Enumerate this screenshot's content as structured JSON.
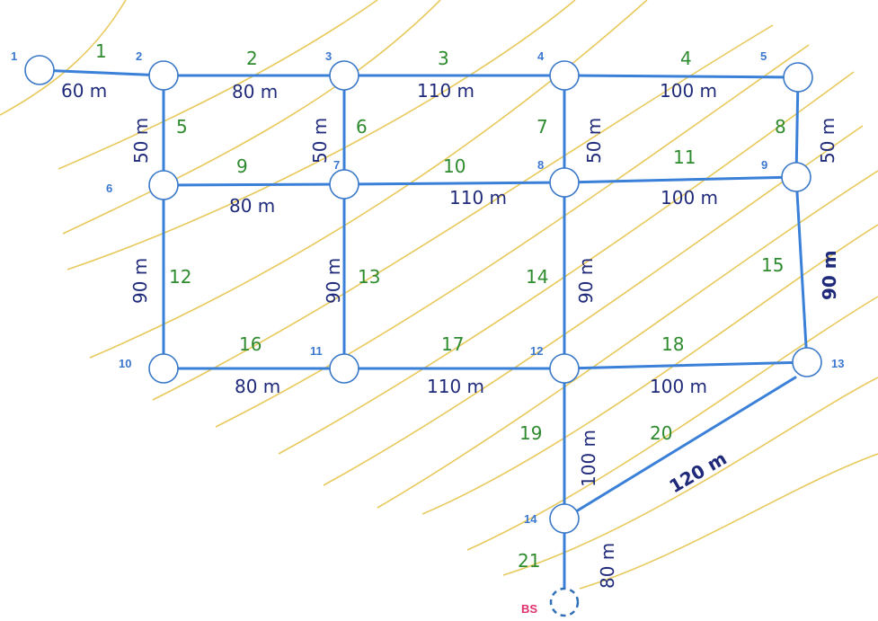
{
  "nodes": [
    {
      "id": "1",
      "label": "1"
    },
    {
      "id": "2",
      "label": "2"
    },
    {
      "id": "3",
      "label": "3"
    },
    {
      "id": "4",
      "label": "4"
    },
    {
      "id": "5",
      "label": "5"
    },
    {
      "id": "6",
      "label": "6"
    },
    {
      "id": "7",
      "label": "7"
    },
    {
      "id": "8",
      "label": "8"
    },
    {
      "id": "9",
      "label": "9"
    },
    {
      "id": "10",
      "label": "10"
    },
    {
      "id": "11",
      "label": "11"
    },
    {
      "id": "12",
      "label": "12"
    },
    {
      "id": "13",
      "label": "13"
    },
    {
      "id": "14",
      "label": "14"
    },
    {
      "id": "BS",
      "label": "BS"
    }
  ],
  "pipes": [
    {
      "id": "1",
      "from": "1",
      "to": "2",
      "length": "60 m"
    },
    {
      "id": "2",
      "from": "2",
      "to": "3",
      "length": "80 m"
    },
    {
      "id": "3",
      "from": "3",
      "to": "4",
      "length": "110 m"
    },
    {
      "id": "4",
      "from": "4",
      "to": "5",
      "length": "100 m"
    },
    {
      "id": "5",
      "from": "2",
      "to": "6",
      "length": "50 m"
    },
    {
      "id": "6",
      "from": "3",
      "to": "7",
      "length": "50 m"
    },
    {
      "id": "7",
      "from": "4",
      "to": "8",
      "length": "50 m"
    },
    {
      "id": "8",
      "from": "5",
      "to": "9",
      "length": "50 m"
    },
    {
      "id": "9",
      "from": "6",
      "to": "7",
      "length": "80 m"
    },
    {
      "id": "10",
      "from": "7",
      "to": "8",
      "length": "110 m"
    },
    {
      "id": "11",
      "from": "8",
      "to": "9",
      "length": "100 m"
    },
    {
      "id": "12",
      "from": "6",
      "to": "10",
      "length": "90 m"
    },
    {
      "id": "13",
      "from": "7",
      "to": "11",
      "length": "90 m"
    },
    {
      "id": "14",
      "from": "8",
      "to": "12",
      "length": "90 m"
    },
    {
      "id": "15",
      "from": "9",
      "to": "13",
      "length": "90 m"
    },
    {
      "id": "16",
      "from": "10",
      "to": "11",
      "length": "80 m"
    },
    {
      "id": "17",
      "from": "11",
      "to": "12",
      "length": "110 m"
    },
    {
      "id": "18",
      "from": "12",
      "to": "13",
      "length": "100 m"
    },
    {
      "id": "19",
      "from": "12",
      "to": "14",
      "length": "100 m"
    },
    {
      "id": "20",
      "from": "13",
      "to": "14",
      "length": "120 m"
    },
    {
      "id": "21",
      "from": "14",
      "to": "BS",
      "length": "80 m"
    }
  ],
  "colors": {
    "pipe": "#3a80d8",
    "node_label": "#3a78d0",
    "pipe_id": "#2e8b2e",
    "length": "#1f2a7a",
    "contour": "#e8c95c",
    "bs_label": "#e0306a"
  }
}
